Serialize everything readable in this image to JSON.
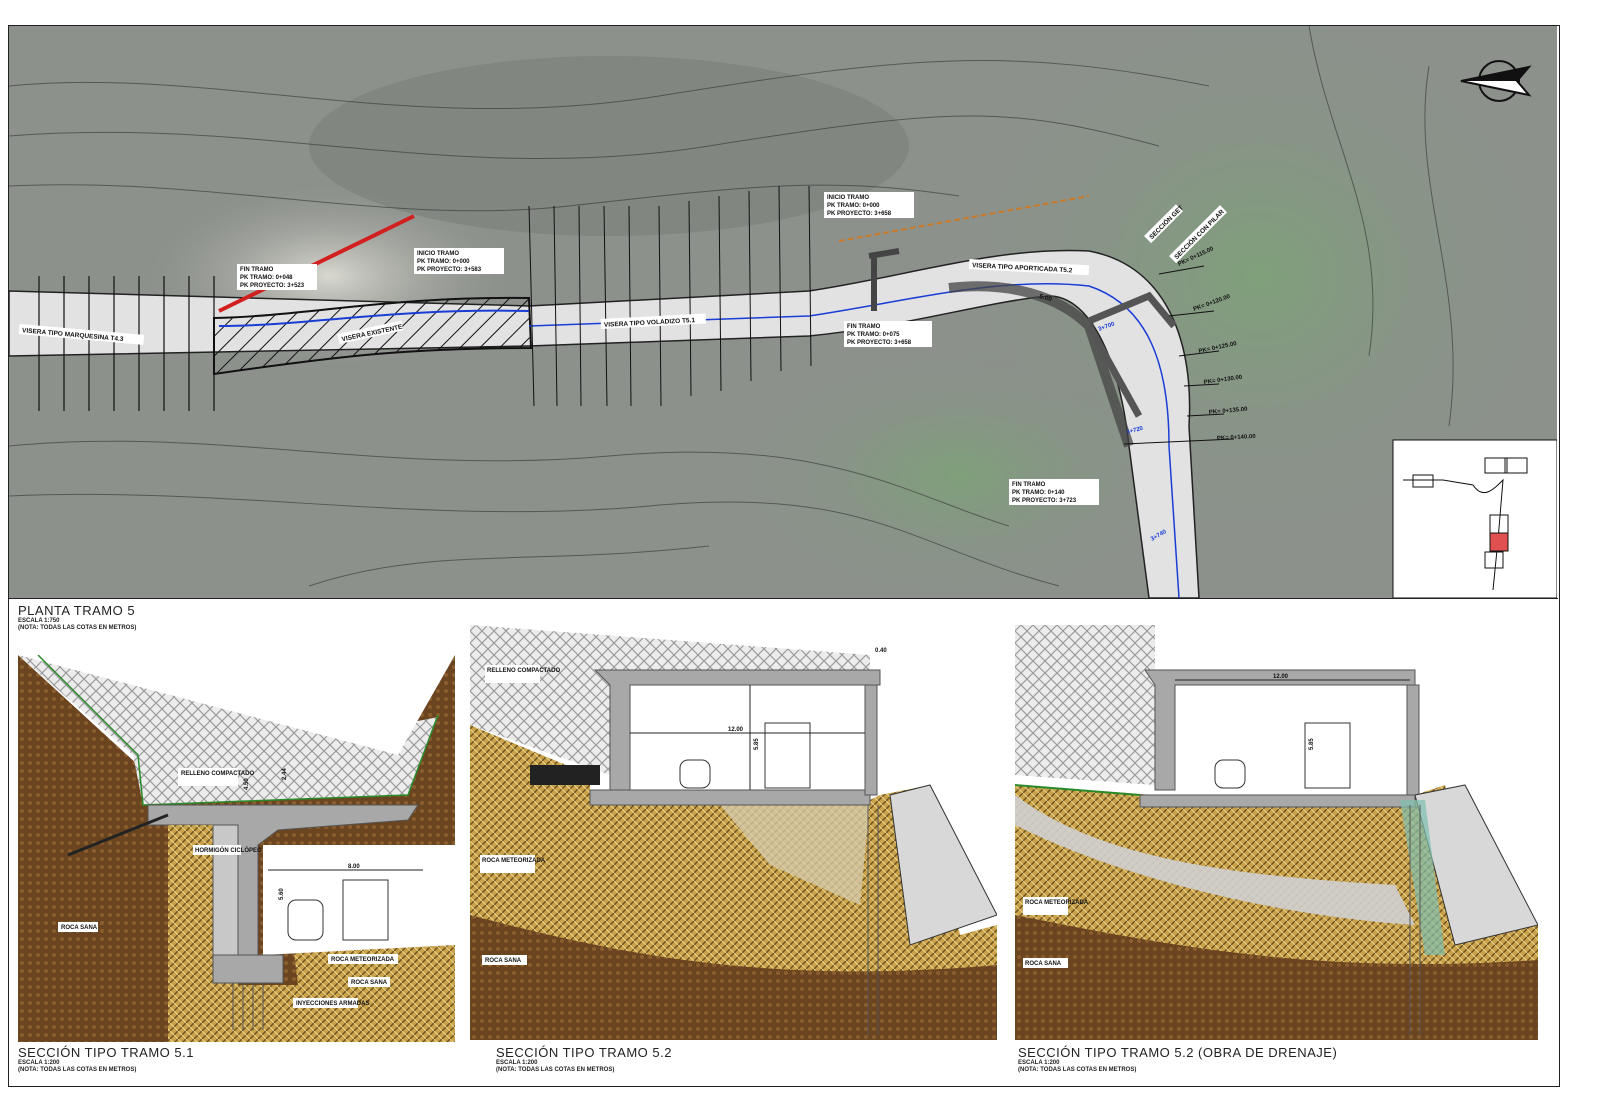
{
  "plan": {
    "title": "PLANTA TRAMO 5",
    "scale": "ESCALA 1:750",
    "note": "(NOTA: TODAS LAS COTAS EN METROS)",
    "labels": {
      "marquesina": "VISERA TIPO MARQUESINA T4.3",
      "existente": "VISERA EXISTENTE",
      "voladizo": "VISERA TIPO VOLADIZO T5.1",
      "aporticada": "VISERA TIPO APORTICADA T5.2",
      "seccion_get": "SECCIÓN GET",
      "seccion_pilar": "SECCIÓN CON PILAR",
      "width_dim": "5.00"
    },
    "callouts": [
      {
        "l1": "FIN TRAMO",
        "l2": "PK TRAMO: 0+048",
        "l3": "PK PROYECTO: 3+523"
      },
      {
        "l1": "INICIO TRAMO",
        "l2": "PK TRAMO: 0+000",
        "l3": "PK PROYECTO: 3+583"
      },
      {
        "l1": "INICIO TRAMO",
        "l2": "PK TRAMO: 0+000",
        "l3": "PK PROYECTO: 3+658"
      },
      {
        "l1": "FIN TRAMO",
        "l2": "PK TRAMO: 0+075",
        "l3": "PK PROYECTO: 3+658"
      },
      {
        "l1": "FIN TRAMO",
        "l2": "PK TRAMO: 0+140",
        "l3": "PK PROYECTO: 3+723"
      }
    ],
    "stations": [
      "PK= 0+115.00",
      "PK= 0+120.00",
      "PK= 0+125.00",
      "PK= 0+130.00",
      "PK= 0+135.00",
      "PK= 0+140.00"
    ],
    "chainages": [
      "3+700",
      "3+720",
      "3+740"
    ],
    "icons": {
      "north": "north-arrow-icon",
      "locator": "location-key-map"
    },
    "colors": {
      "aerial": "#8a8f8a",
      "road": "#e2e2e2",
      "axis": "#1a3dd6",
      "highlight": "#d22020",
      "locator_highlight": "#e05050"
    }
  },
  "sections": [
    {
      "title": "SECCIÓN TIPO TRAMO 5.1",
      "scale": "ESCALA 1:200",
      "note": "(NOTA: TODAS LAS COTAS EN METROS)",
      "labels": [
        "RELLENO COMPACTADO",
        "HORMIGÓN CICLÓPEO",
        "ROCA SANA",
        "ROCA METEORIZADA",
        "ROCA SANA",
        "INYECCIONES ARMADAS"
      ],
      "dims": [
        "8.00",
        "5.60",
        "4.50",
        "2.44"
      ]
    },
    {
      "title": "SECCIÓN TIPO TRAMO 5.2",
      "scale": "ESCALA 1:200",
      "note": "(NOTA: TODAS LAS COTAS EN METROS)",
      "labels": [
        "RELLENO COMPACTADO",
        "ROCA METEORIZADA",
        "ROCA SANA"
      ],
      "dims": [
        "12.00",
        "5.85",
        "0.40"
      ]
    },
    {
      "title": "SECCIÓN TIPO TRAMO 5.2 (OBRA DE DRENAJE)",
      "scale": "ESCALA 1:200",
      "note": "(NOTA: TODAS LAS COTAS EN METROS)",
      "labels": [
        "ROCA METEORIZADA",
        "ROCA SANA"
      ],
      "dims": [
        "12.00",
        "5.85"
      ]
    }
  ],
  "colors": {
    "roca_sana": "#6b4420",
    "roca_meteorizada": "#c9a24a",
    "relleno": "#e6e6e6",
    "concrete": "#a8a8a8"
  }
}
